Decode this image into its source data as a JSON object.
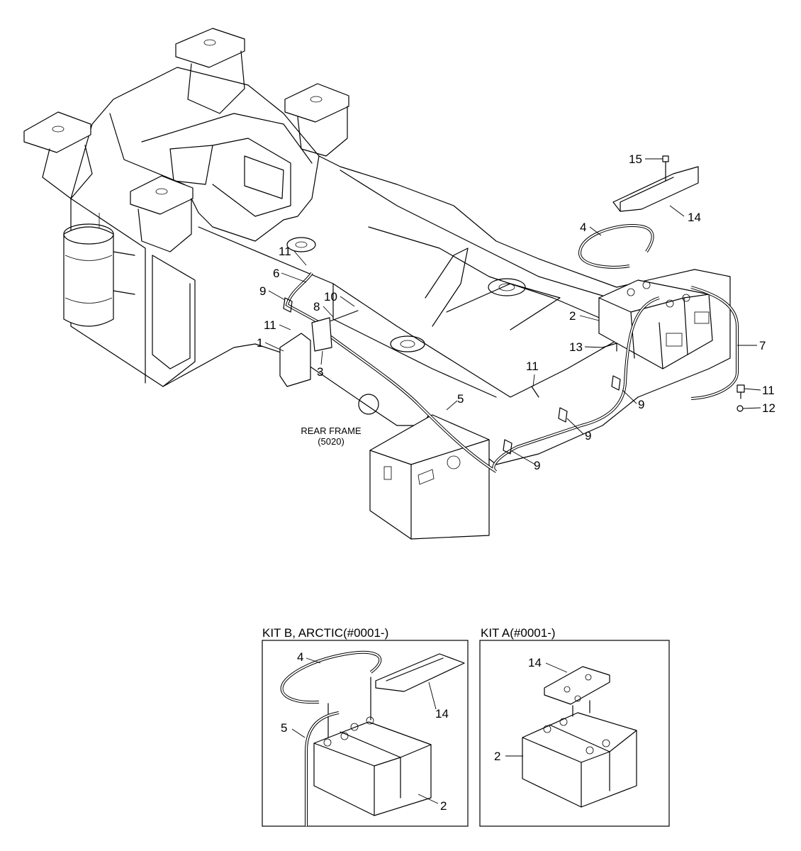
{
  "main_view": {
    "frame_label": "REAR FRAME",
    "frame_code": "(5020)",
    "callouts": [
      "15",
      "14",
      "4",
      "11",
      "6",
      "9",
      "10",
      "8",
      "2",
      "11",
      "1",
      "3",
      "13",
      "7",
      "11",
      "9",
      "11",
      "12",
      "5",
      "9",
      "9"
    ]
  },
  "kit_b": {
    "title": "KIT B, ARCTIC(#0001-)",
    "callouts": [
      "4",
      "14",
      "5",
      "2"
    ]
  },
  "kit_a": {
    "title": "KIT A(#0001-)",
    "callouts": [
      "14",
      "2"
    ]
  }
}
